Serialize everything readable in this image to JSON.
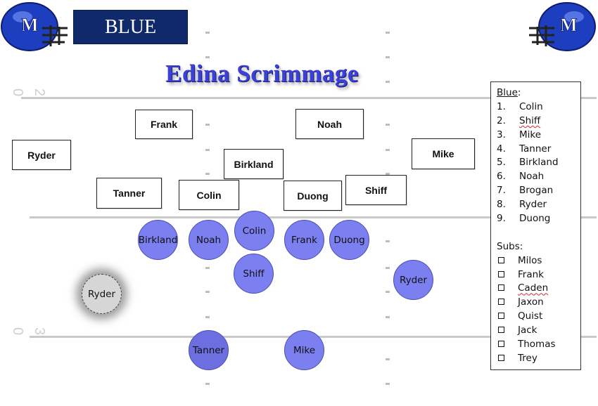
{
  "team_banner": "BLUE",
  "title": "Edina Scrimmage",
  "yard_markers": [
    "2",
    "0",
    "3",
    "0"
  ],
  "boxes": [
    {
      "id": "frank",
      "label": "Frank"
    },
    {
      "id": "noah",
      "label": "Noah"
    },
    {
      "id": "ryder",
      "label": "Ryder"
    },
    {
      "id": "birkland",
      "label": "Birkland"
    },
    {
      "id": "mike",
      "label": "Mike"
    },
    {
      "id": "tanner",
      "label": "Tanner"
    },
    {
      "id": "colin",
      "label": "Colin"
    },
    {
      "id": "duong",
      "label": "Duong"
    },
    {
      "id": "shiff",
      "label": "Shiff"
    }
  ],
  "circles": [
    {
      "id": "colin",
      "label": "Colin"
    },
    {
      "id": "birkland",
      "label": "Birkland"
    },
    {
      "id": "noah",
      "label": "Noah"
    },
    {
      "id": "frank",
      "label": "Frank"
    },
    {
      "id": "duong",
      "label": "Duong"
    },
    {
      "id": "shiff",
      "label": "Shiff"
    },
    {
      "id": "ryder-right",
      "label": "Ryder"
    },
    {
      "id": "ryder-ghost",
      "label": "Ryder"
    },
    {
      "id": "tanner",
      "label": "Tanner"
    },
    {
      "id": "mike",
      "label": "Mike"
    }
  ],
  "roster": {
    "blue_heading": "Blue",
    "blue_colon": ":",
    "blue": [
      {
        "num": "1.",
        "name": "Colin"
      },
      {
        "num": "2.",
        "name": "Shiff"
      },
      {
        "num": "3.",
        "name": "Mike"
      },
      {
        "num": "4.",
        "name": "Tanner"
      },
      {
        "num": "5.",
        "name": "Birkland"
      },
      {
        "num": "6.",
        "name": "Noah"
      },
      {
        "num": "7.",
        "name": "Brogan"
      },
      {
        "num": "8.",
        "name": "Ryder"
      },
      {
        "num": "9.",
        "name": "Duong"
      }
    ],
    "subs_heading": "Subs:",
    "subs": [
      "Milos",
      "Frank",
      "Caden",
      "Jaxon",
      "Quist",
      "Jack",
      "Thomas",
      "Trey"
    ]
  },
  "colors": {
    "team_blue": "#10296b",
    "title_blue": "#3b41d6",
    "player_circle": "#7b7ff0",
    "ghost_circle": "#d6d6d6"
  }
}
